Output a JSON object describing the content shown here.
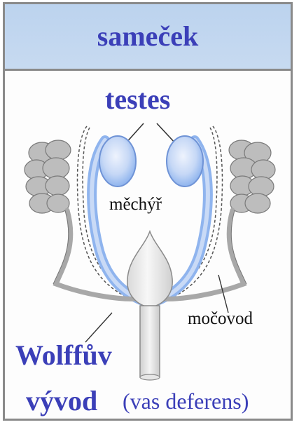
{
  "header": {
    "title": "sameček"
  },
  "labels": {
    "testes": "testes",
    "bladder": "měchýř",
    "ureter": "močovod",
    "wolff_line1": "Wolffův",
    "wolff_line2": "vývod",
    "vas_deferens": "(vas deferens)"
  },
  "colors": {
    "header_bg": "#c3d7f0",
    "title_text": "#3b3fb8",
    "duct_blue": "#8fb4ee",
    "kidney_gray": "#bdbdbd",
    "border": "#8a8a8a"
  }
}
